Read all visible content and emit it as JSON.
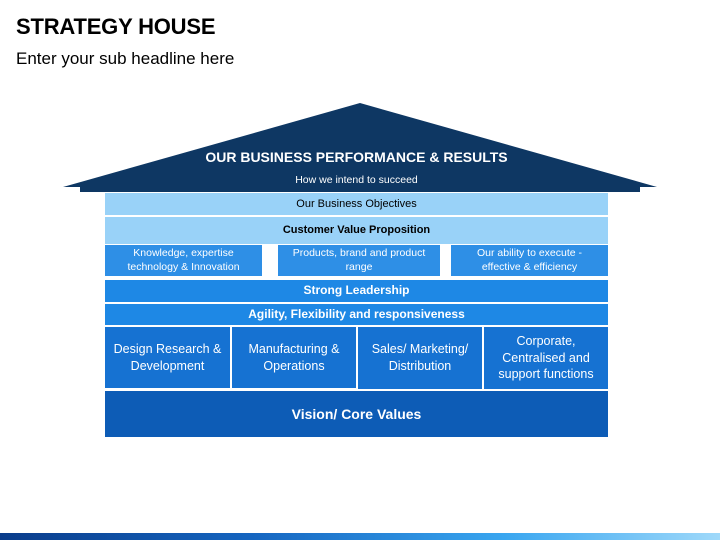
{
  "header": {
    "title": "STRATEGY HOUSE",
    "subtitle": "Enter your sub headline here"
  },
  "roof": {
    "title": "OUR BUSINESS PERFORMANCE & RESULTS",
    "subtitle": "How we intend to succeed"
  },
  "objectives": "Our Business Objectives",
  "value_proposition": "Customer Value Proposition",
  "value_items": [
    "Knowledge, expertise technology & Innovation",
    "Products, brand and product range",
    "Our ability to execute - effective & efficiency"
  ],
  "leadership": "Strong Leadership",
  "agility": "Agility, Flexibility and responsiveness",
  "pillars": [
    "Design Research & Development",
    "Manufacturing & Operations",
    "Sales/ Marketing/ Distribution",
    "Corporate, Centralised and support functions"
  ],
  "foundation": "Vision/ Core Values",
  "colors": {
    "roof": "#0e3763",
    "light": "#99d2f8",
    "mid": "#2e8fe6",
    "pillar": "#1672d2",
    "base": "#0d5cb6"
  }
}
